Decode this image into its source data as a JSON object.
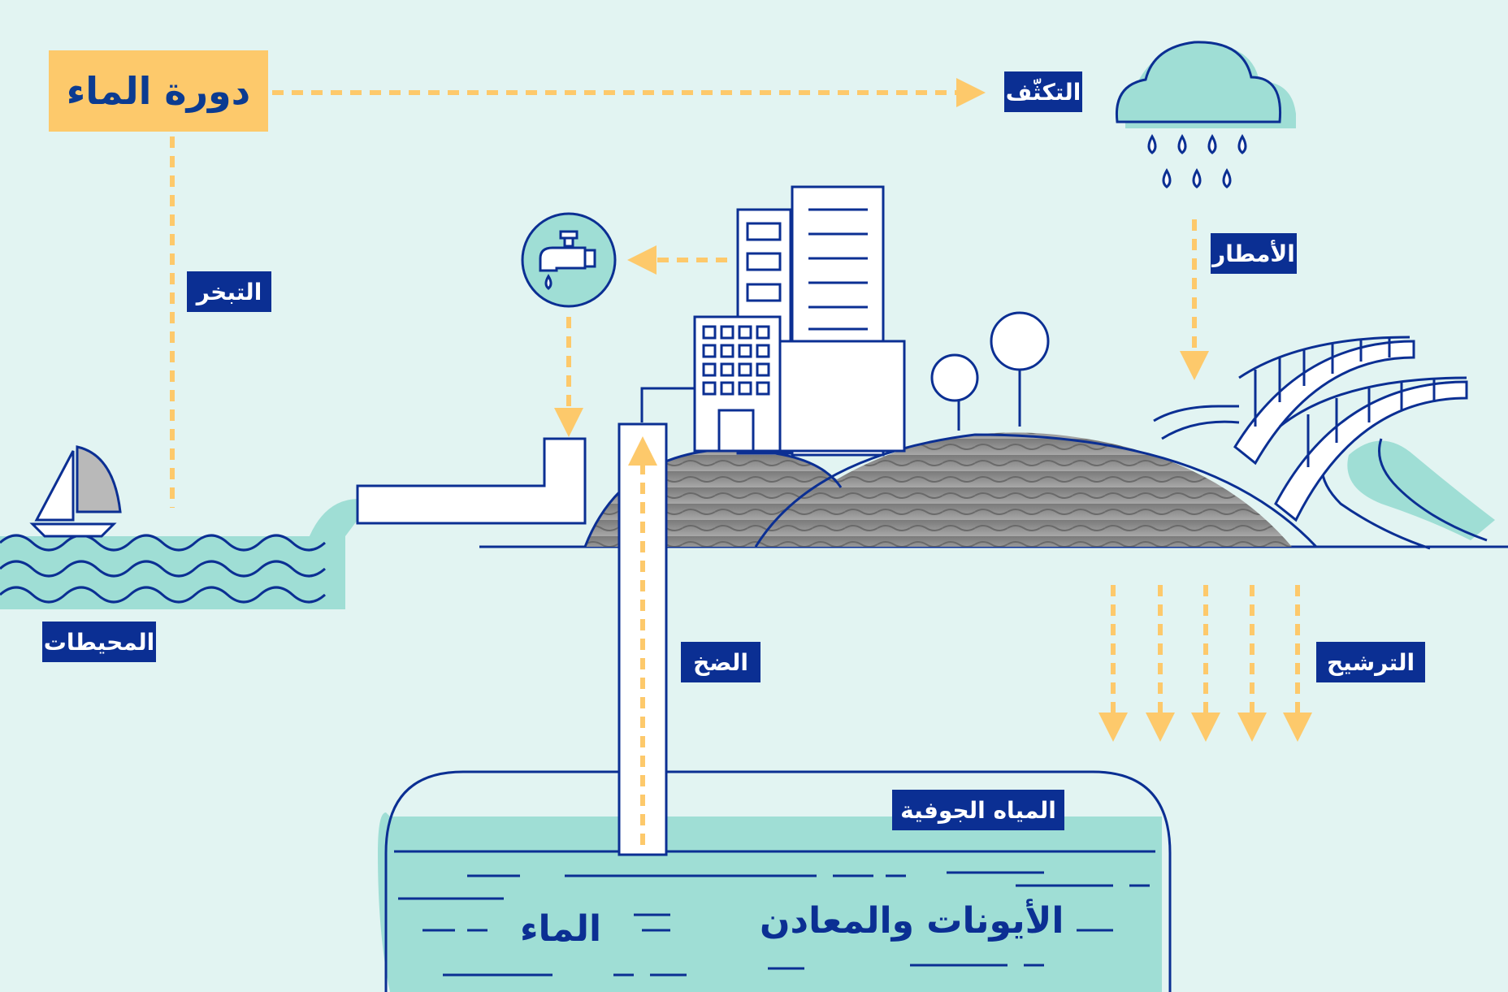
{
  "title": "دورة الماء",
  "labels": {
    "condensation": "التكثّف",
    "evaporation": "التبخر",
    "rain": "الأمطار",
    "oceans": "المحيطات",
    "pumping": "الضخ",
    "infiltration": "الترشيح",
    "groundwater": "المياه الجوفية"
  },
  "reservoir_text": {
    "water": "الماء",
    "ions_minerals": "الأيونات والمعادن"
  },
  "colors": {
    "background": "#e2f4f2",
    "navy": "#0b2f93",
    "yellow": "#fdc96b",
    "teal": "#9fded5"
  },
  "icons": [
    "sailboat-icon",
    "cloud-icon",
    "faucet-icon",
    "tree-icon",
    "building-icon",
    "bridge-icon"
  ]
}
